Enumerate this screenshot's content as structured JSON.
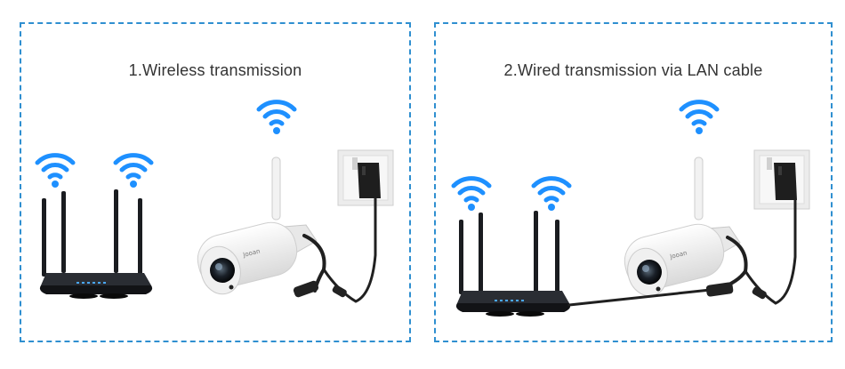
{
  "panels": [
    {
      "id": "wireless",
      "title": "1.Wireless transmission"
    },
    {
      "id": "wired",
      "title": "2.Wired transmission via LAN cable"
    }
  ],
  "colors": {
    "frame_border": "#2f8fd0",
    "wifi_icon": "#1e90ff",
    "router_body": "#1a1c20",
    "camera_body": "#f4f4f4",
    "cable": "#202020",
    "wall_plate": "#eaeaea"
  },
  "icons": [
    "wifi-icon",
    "router",
    "ip-camera",
    "wall-socket",
    "power-adapter",
    "lan-cable"
  ]
}
